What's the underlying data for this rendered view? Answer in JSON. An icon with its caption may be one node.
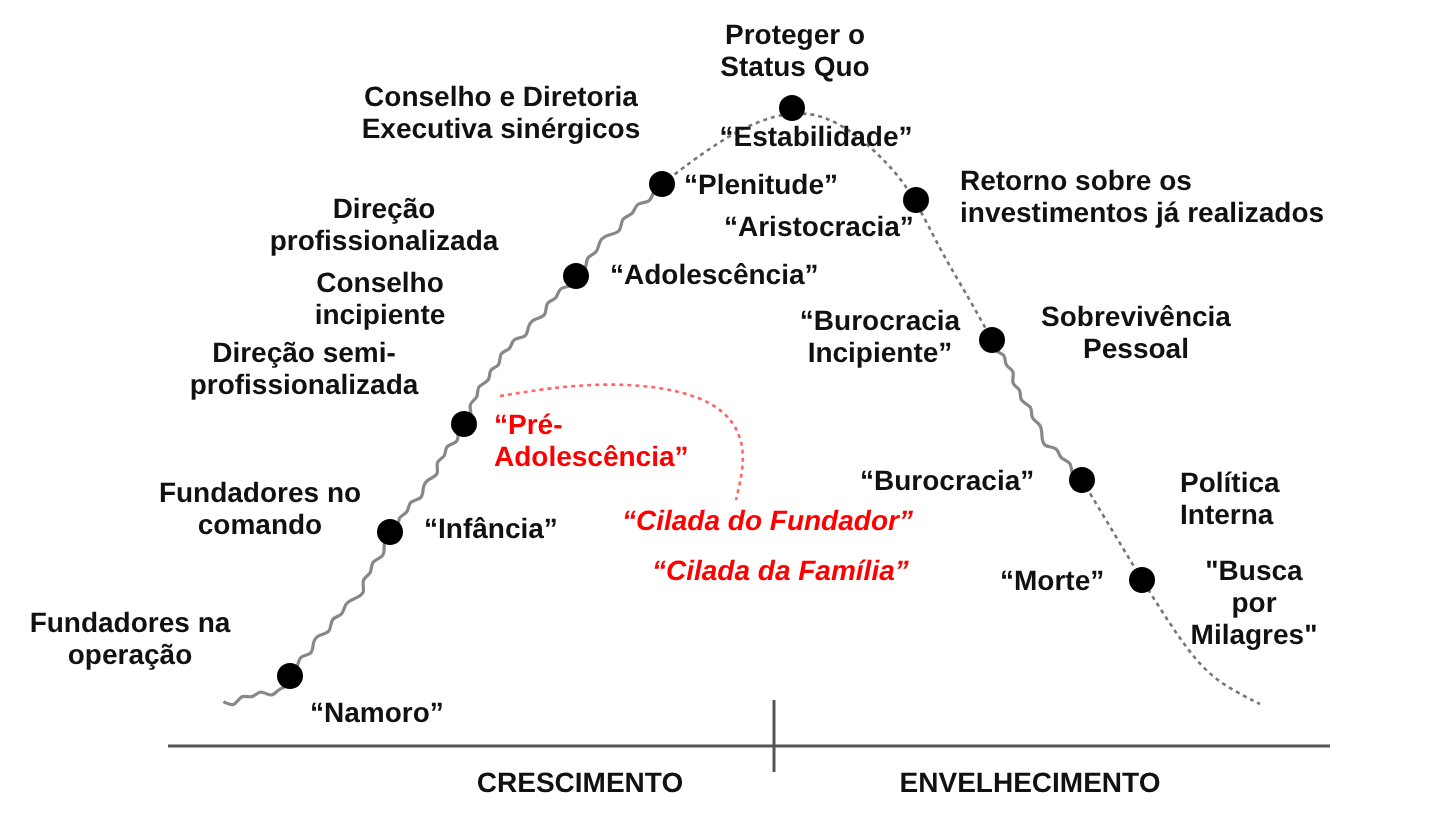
{
  "diagram": {
    "labels": [
      "Proteger o Status Quo",
      "Conselho e Diretoria Executiva sinérgicos",
      "“Estabilidade”",
      "Direção profissionalizada",
      "“Plenitude”",
      "Retorno sobre os investimentos já realizados",
      "“Aristocracia”",
      "Conselho incipiente",
      "“Adolescência”",
      "Direção semi-profissionalizada",
      "“Burocracia Incipiente”",
      "Sobrevivência Pessoal",
      "“Pré-Adolescência”",
      "Fundadores no comando",
      "“Burocracia”",
      "Política Interna",
      "“Infância”",
      "“Cilada do Fundador”",
      "“Cilada da Família”",
      "“Morte”",
      "\"Busca por Milagres\"",
      "Fundadores na operação",
      "“Namoro”",
      "CRESCIMENTO",
      "ENVELHECIMENTO"
    ]
  }
}
